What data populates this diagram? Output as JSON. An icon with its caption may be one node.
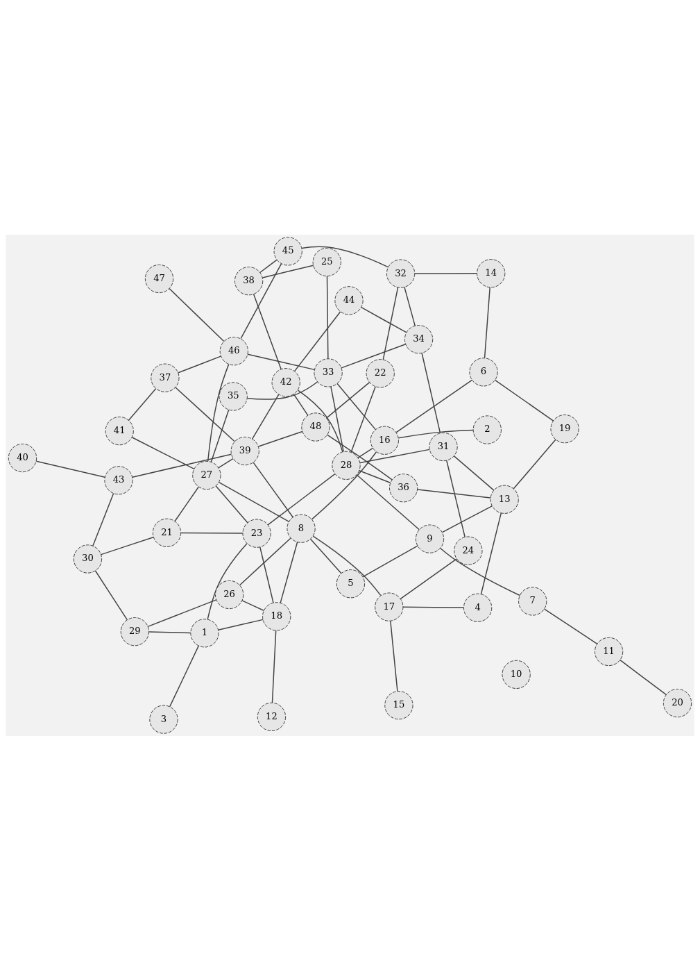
{
  "diagram": {
    "nodes": [
      {
        "text": [
          "1"
        ]
      },
      {
        "text": [
          "2"
        ]
      },
      {
        "text": [
          "3"
        ]
      },
      {
        "text": [
          "4"
        ]
      },
      {
        "text": [
          "5"
        ]
      },
      {
        "text": [
          "6"
        ]
      },
      {
        "text": [
          "7"
        ]
      },
      {
        "text": [
          "8"
        ]
      },
      {
        "text": [
          "9"
        ]
      },
      {
        "text": [
          "10"
        ]
      },
      {
        "text": [
          "11"
        ]
      },
      {
        "text": [
          "12"
        ]
      },
      {
        "text": [
          "13"
        ]
      },
      {
        "text": [
          "14"
        ]
      },
      {
        "text": [
          "15"
        ]
      },
      {
        "text": [
          "16"
        ]
      },
      {
        "text": [
          "17"
        ]
      },
      {
        "text": [
          "18"
        ]
      },
      {
        "text": [
          "19"
        ]
      },
      {
        "text": [
          "20"
        ]
      },
      {
        "text": [
          "21"
        ]
      },
      {
        "text": [
          "22"
        ]
      },
      {
        "text": [
          "23"
        ]
      },
      {
        "text": [
          "24"
        ]
      },
      {
        "text": [
          "25"
        ]
      },
      {
        "text": [
          "26"
        ]
      },
      {
        "text": [
          "27"
        ]
      },
      {
        "text": [
          "28"
        ]
      },
      {
        "text": [
          "29"
        ]
      },
      {
        "text": [
          "30"
        ]
      },
      {
        "text": [
          "31"
        ]
      },
      {
        "text": [
          "32"
        ]
      },
      {
        "text": [
          "33"
        ]
      },
      {
        "text": [
          "34"
        ]
      },
      {
        "text": [
          "35"
        ]
      },
      {
        "text": [
          "36"
        ]
      },
      {
        "text": [
          "37"
        ]
      },
      {
        "text": [
          "38"
        ]
      },
      {
        "text": [
          "39"
        ]
      },
      {
        "text": [
          "40"
        ]
      },
      {
        "text": [
          "41"
        ]
      },
      {
        "text": [
          "42"
        ]
      },
      {
        "text": [
          "43"
        ]
      },
      {
        "text": [
          "44"
        ]
      },
      {
        "text": [
          "45"
        ]
      },
      {
        "text": [
          "46"
        ]
      },
      {
        "text": [
          "47"
        ]
      },
      {
        "text": [
          "48"
        ]
      }
    ],
    "edges": [
      {
        "from": 14,
        "to": 16,
        "arrow": "none"
      },
      {
        "from": 13,
        "to": 5,
        "arrow": "none"
      },
      {
        "from": 13,
        "to": 31,
        "arrow": "none"
      },
      {
        "from": 3,
        "to": 16,
        "arrow": "none"
      },
      {
        "from": 3,
        "to": 12,
        "arrow": "none"
      },
      {
        "from": 18,
        "to": 5,
        "arrow": "none"
      },
      {
        "from": 16,
        "to": 23,
        "arrow": "none"
      },
      {
        "from": 16,
        "to": 7,
        "arrow": "none"
      },
      {
        "from": 5,
        "to": 15,
        "arrow": "none"
      },
      {
        "from": 15,
        "to": 7,
        "arrow": "none"
      },
      {
        "from": 12,
        "to": 18,
        "arrow": "none"
      },
      {
        "from": 12,
        "to": 35,
        "arrow": "none"
      },
      {
        "from": 12,
        "to": 30,
        "arrow": "none"
      },
      {
        "from": 12,
        "to": 8,
        "arrow": "none"
      },
      {
        "from": 1,
        "to": 15,
        "arrow": "none"
      },
      {
        "from": 8,
        "to": 27,
        "arrow": "none"
      },
      {
        "from": 15,
        "to": 27,
        "arrow": "none"
      },
      {
        "from": 15,
        "to": 32,
        "arrow": "none"
      },
      {
        "from": 8,
        "to": 4,
        "arrow": "none"
      },
      {
        "from": 8,
        "to": 6,
        "arrow": "none"
      },
      {
        "from": 6,
        "to": 10,
        "arrow": "none"
      },
      {
        "from": 10,
        "to": 19,
        "arrow": "none"
      },
      {
        "from": 4,
        "to": 7,
        "arrow": "none"
      },
      {
        "from": 7,
        "to": 17,
        "arrow": "none"
      },
      {
        "from": 11,
        "to": 17,
        "arrow": "none"
      },
      {
        "from": 7,
        "to": 25,
        "arrow": "none"
      },
      {
        "from": 7,
        "to": 26,
        "arrow": "none"
      },
      {
        "from": 7,
        "to": 38,
        "arrow": "none"
      },
      {
        "from": 17,
        "to": 25,
        "arrow": "none"
      },
      {
        "from": 17,
        "to": 22,
        "arrow": "none"
      },
      {
        "from": 0,
        "to": 22,
        "arrow": "none"
      },
      {
        "from": 0,
        "to": 28,
        "arrow": "none"
      },
      {
        "from": 0,
        "to": 17,
        "arrow": "none"
      },
      {
        "from": 0,
        "to": 2,
        "arrow": "none"
      },
      {
        "from": 25,
        "to": 28,
        "arrow": "none"
      },
      {
        "from": 28,
        "to": 29,
        "arrow": "none"
      },
      {
        "from": 22,
        "to": 27,
        "arrow": "none"
      },
      {
        "from": 22,
        "to": 26,
        "arrow": "none"
      },
      {
        "from": 22,
        "to": 20,
        "arrow": "none"
      },
      {
        "from": 29,
        "to": 20,
        "arrow": "none"
      },
      {
        "from": 29,
        "to": 42,
        "arrow": "none"
      },
      {
        "from": 20,
        "to": 26,
        "arrow": "none"
      },
      {
        "from": 26,
        "to": 34,
        "arrow": "none"
      },
      {
        "from": 34,
        "to": 32,
        "arrow": "none"
      },
      {
        "from": 27,
        "to": 32,
        "arrow": "none"
      },
      {
        "from": 26,
        "to": 45,
        "arrow": "none"
      },
      {
        "from": 26,
        "to": 40,
        "arrow": "none"
      },
      {
        "from": 26,
        "to": 38,
        "arrow": "none"
      },
      {
        "from": 39,
        "to": 42,
        "arrow": "none"
      },
      {
        "from": 42,
        "to": 38,
        "arrow": "none"
      },
      {
        "from": 38,
        "to": 36,
        "arrow": "none"
      },
      {
        "from": 36,
        "to": 40,
        "arrow": "none"
      },
      {
        "from": 36,
        "to": 45,
        "arrow": "none"
      },
      {
        "from": 44,
        "to": 45,
        "arrow": "none"
      },
      {
        "from": 46,
        "to": 45,
        "arrow": "none"
      },
      {
        "from": 44,
        "to": 37,
        "arrow": "none"
      },
      {
        "from": 44,
        "to": 31,
        "arrow": "none"
      },
      {
        "from": 31,
        "to": 21,
        "arrow": "none"
      },
      {
        "from": 31,
        "to": 33,
        "arrow": "none"
      },
      {
        "from": 21,
        "to": 47,
        "arrow": "none"
      },
      {
        "from": 21,
        "to": 27,
        "arrow": "none"
      },
      {
        "from": 23,
        "to": 30,
        "arrow": "none"
      },
      {
        "from": 24,
        "to": 37,
        "arrow": "none"
      },
      {
        "from": 24,
        "to": 32,
        "arrow": "none"
      },
      {
        "from": 35,
        "to": 27,
        "arrow": "none"
      },
      {
        "from": 35,
        "to": 47,
        "arrow": "none"
      },
      {
        "from": 30,
        "to": 27,
        "arrow": "none"
      },
      {
        "from": 30,
        "to": 33,
        "arrow": "none"
      },
      {
        "from": 33,
        "to": 43,
        "arrow": "none"
      },
      {
        "from": 33,
        "to": 32,
        "arrow": "none"
      },
      {
        "from": 32,
        "to": 45,
        "arrow": "none"
      },
      {
        "from": 27,
        "to": 41,
        "arrow": "none"
      },
      {
        "from": 43,
        "to": 41,
        "arrow": "none"
      },
      {
        "from": 47,
        "to": 41,
        "arrow": "none"
      },
      {
        "from": 37,
        "to": 41,
        "arrow": "none"
      },
      {
        "from": 41,
        "to": 38,
        "arrow": "none"
      },
      {
        "from": 47,
        "to": 38,
        "arrow": "none"
      }
    ]
  }
}
